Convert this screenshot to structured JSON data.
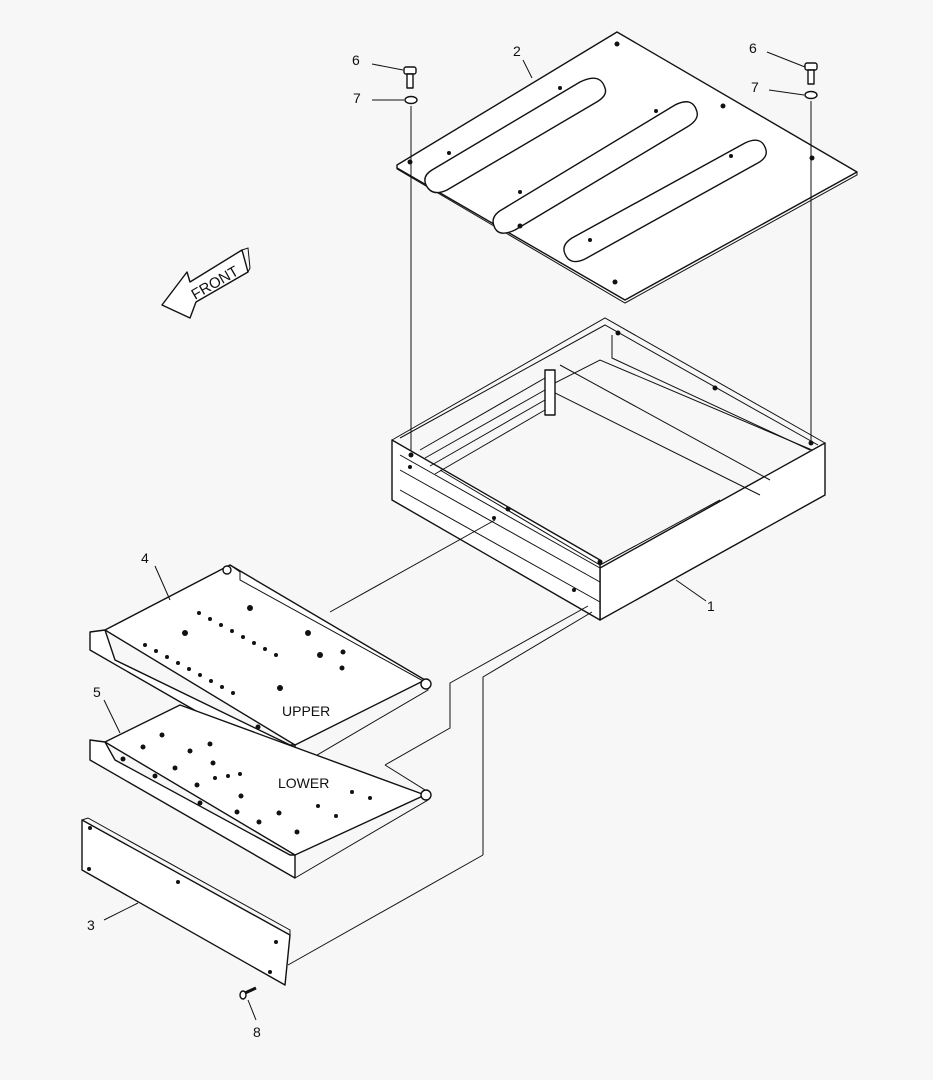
{
  "callouts": {
    "c1": "1",
    "c2": "2",
    "c3": "3",
    "c4": "4",
    "c5": "5",
    "c6a": "6",
    "c6b": "6",
    "c7a": "7",
    "c7b": "7",
    "c8": "8"
  },
  "labels": {
    "front": "FRONT",
    "upper": "UPPER",
    "lower": "LOWER"
  },
  "colors": {
    "background": "#f7f7f7",
    "line": "#111111"
  }
}
